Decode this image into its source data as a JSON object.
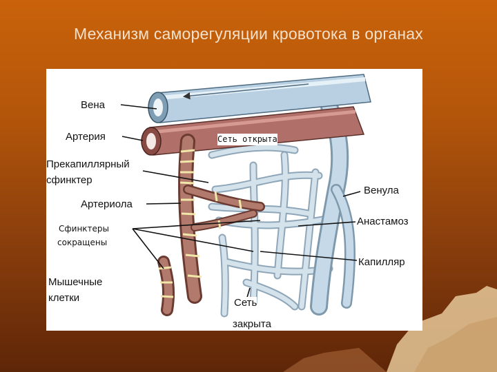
{
  "slide": {
    "title": "Механизм саморегуляции кровотока в органах"
  },
  "diagram": {
    "labels": {
      "vena": "Вена",
      "arteria": "Артерия",
      "set_otkryta": "Сеть открыта",
      "prekapillyarny": "Прекапиллярный",
      "sfinkter": "сфинктер",
      "venula": "Венула",
      "arteriola": "Артериола",
      "sfinktery": "Сфинктеры",
      "sokrashcheny": "сокращены",
      "anastamoz": "Анастамоз",
      "kapillyar": "Капилляр",
      "myshechnye": "Мышечные",
      "kletki": "клетки",
      "set": "Сеть",
      "zakryta": "закрыта"
    },
    "colors": {
      "vein": "#b9d3e6",
      "artery": "#b97a72",
      "arteriole": "#a86a5a",
      "muscle_band": "#e8e0a0",
      "capillary": "#c9d8e4"
    }
  }
}
